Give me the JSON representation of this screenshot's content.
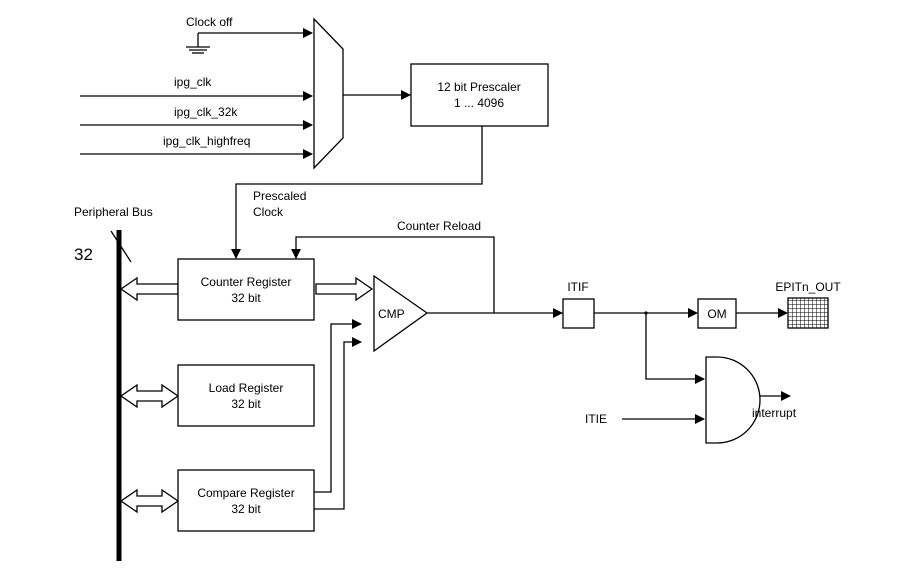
{
  "inputs": {
    "clock_off": "Clock off",
    "ipg_clk": "ipg_clk",
    "ipg_clk_32k": "ipg_clk_32k",
    "ipg_clk_highfreq": "ipg_clk_highfreq"
  },
  "prescaler": {
    "title": "12 bit Prescaler",
    "range": "1 ... 4096"
  },
  "prescaled_clock": {
    "line1": "Prescaled",
    "line2": "Clock"
  },
  "bus": {
    "label": "Peripheral Bus",
    "width": "32"
  },
  "registers": {
    "counter": {
      "name": "Counter Register",
      "bits": "32 bit"
    },
    "load": {
      "name": "Load Register",
      "bits": "32 bit"
    },
    "compare": {
      "name": "Compare Register",
      "bits": "32 bit"
    }
  },
  "counter_reload": "Counter Reload",
  "cmp": "CMP",
  "itif": "ITIF",
  "om": "OM",
  "output": "EPITn_OUT",
  "itie": "ITIE",
  "interrupt": "interrupt"
}
